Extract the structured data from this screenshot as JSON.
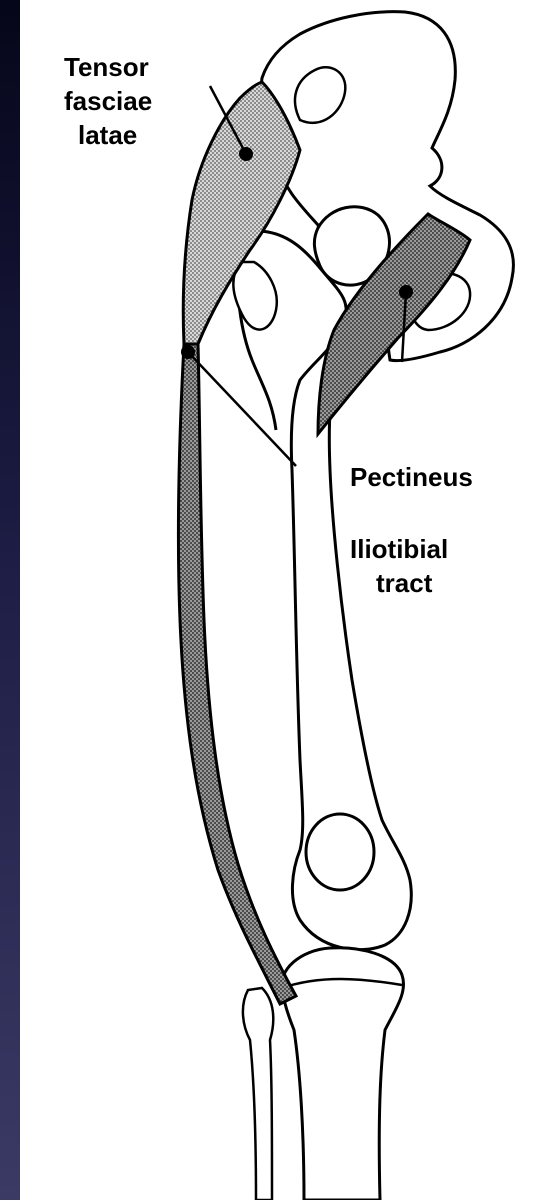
{
  "labels": {
    "tensor_line1": "Tensor",
    "tensor_line2": "fasciae",
    "tensor_line3": "latae",
    "pectineus": "Pectineus",
    "iliotibial_line1": "Iliotibial",
    "iliotibial_line2": "tract"
  },
  "colors": {
    "background": "#000000",
    "paper": "#ffffff",
    "ink": "#000000",
    "muscle_shade": "#8a8a8a",
    "sidebar_gradient_top": "#06061a",
    "sidebar_gradient_bottom": "#3a3a64"
  }
}
